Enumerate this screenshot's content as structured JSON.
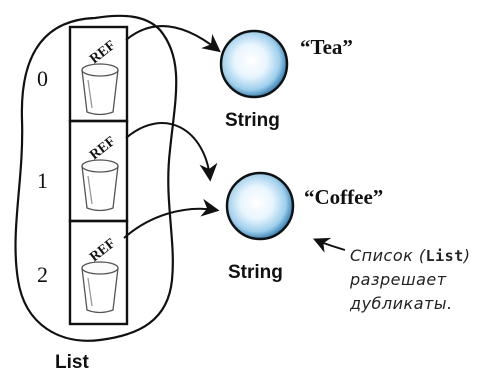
{
  "list": {
    "label": "List",
    "indices": [
      "0",
      "1",
      "2"
    ],
    "ref_label": "REF"
  },
  "objects": [
    {
      "value": "“Tea”",
      "type": "String"
    },
    {
      "value": "“Coffee”",
      "type": "String"
    }
  ],
  "note": {
    "line1_pre": "Список (",
    "line1_code": "List",
    "line1_post": ")",
    "line2": "разрешает",
    "line3": "дубликаты."
  },
  "colors": {
    "ink": "#111111",
    "ball_light": "#f4fbff",
    "ball_mid": "#9fcfec",
    "ball_dark": "#2a6f9e"
  }
}
